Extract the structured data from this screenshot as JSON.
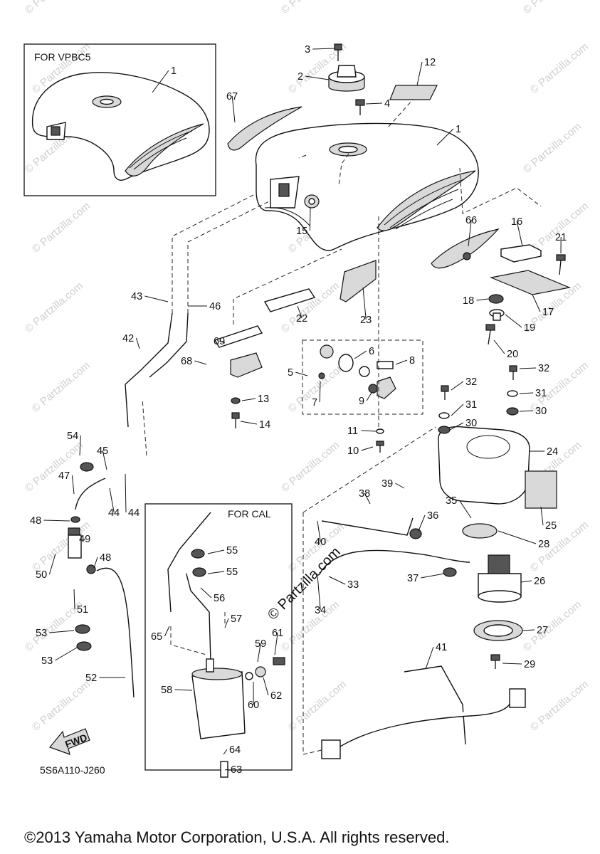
{
  "inset_vpbc5": {
    "title": "FOR VPBC5"
  },
  "inset_cal": {
    "title": "FOR CAL"
  },
  "fwd_label": "FWD",
  "diagram_code": "5S6A110-J260",
  "center_watermark": "© Partzilla.com",
  "bg_watermark": "© Partzilla.com",
  "copyright": "©2013 Yamaha Motor Corporation, U.S.A. All rights reserved.",
  "callouts": [
    "1",
    "1",
    "2",
    "3",
    "4",
    "5",
    "6",
    "7",
    "8",
    "9",
    "10",
    "11",
    "12",
    "13",
    "14",
    "15",
    "16",
    "17",
    "18",
    "19",
    "20",
    "21",
    "22",
    "23",
    "24",
    "25",
    "26",
    "27",
    "28",
    "29",
    "30",
    "30",
    "31",
    "31",
    "32",
    "32",
    "33",
    "34",
    "35",
    "36",
    "37",
    "38",
    "39",
    "40",
    "41",
    "42",
    "43",
    "44",
    "44",
    "45",
    "46",
    "47",
    "48",
    "48",
    "49",
    "50",
    "51",
    "52",
    "53",
    "53",
    "54",
    "55",
    "55",
    "56",
    "57",
    "58",
    "59",
    "60",
    "61",
    "62",
    "63",
    "64",
    "65",
    "66",
    "67",
    "68",
    "69"
  ]
}
